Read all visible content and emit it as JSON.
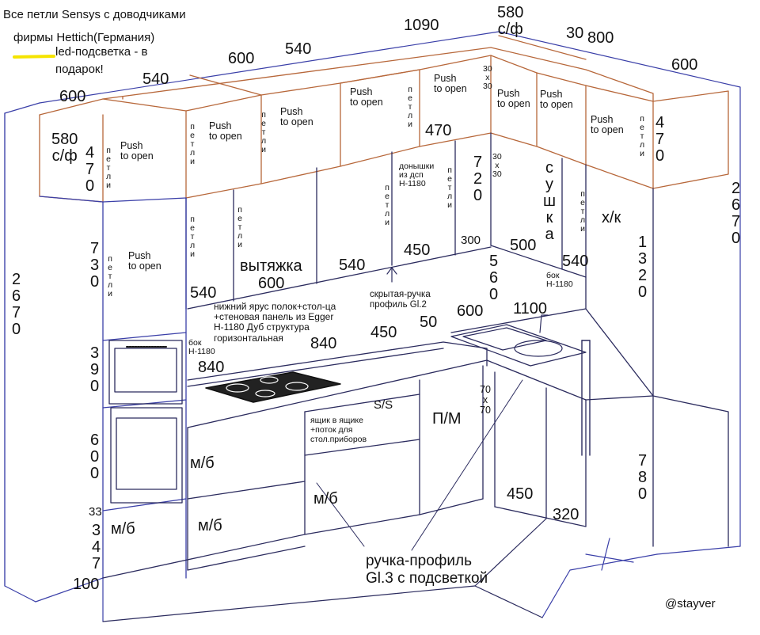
{
  "header": {
    "line1": "Все петли Sensys с доводчиками",
    "line2": "фирмы Hettich(Германия)",
    "line3": "led-подсветка - в",
    "line4": "подарок!",
    "highlight_color": "#f5e400"
  },
  "dims": {
    "top_600_left": "600",
    "top_540_a": "540",
    "top_600_b": "600",
    "top_540_b": "540",
    "top_1090": "1090",
    "top_580_sf": "580\nс/ф",
    "top_30": "30",
    "top_800": "800",
    "top_600_right": "600",
    "left_580_sf": "580\nс/ф",
    "upper_470_left": "4\n7\n0",
    "upper_470_mid": "470",
    "upper_470_right": "4\n7\n0",
    "tall_730": "7\n3\n0",
    "oven_390": "3\n9\n0",
    "oven_600": "6\n0\n0",
    "base_33": "33",
    "base_347": "3\n4\n7",
    "base_100": "100",
    "left_2670": "2\n6\n7\n0",
    "right_2670": "2\n6\n7\n0",
    "mid_540_a": "540",
    "hood_600": "600",
    "mid_540_b": "540",
    "mid_450": "450",
    "mid_720": "7\n2\n0",
    "mid_300": "300",
    "corner_30x30_top": "30\nх\n30",
    "corner_30x30_mid": "30\nх\n30",
    "corner_500": "500",
    "corner_540": "540",
    "corner_560": "5\n6\n0",
    "corner_600": "600",
    "sink_1100": "1100",
    "right_1320": "1\n3\n2\n0",
    "counter_840_a": "840",
    "counter_840_b": "840",
    "counter_450": "450",
    "counter_50": "50",
    "base_70x70": "70\nх\n70",
    "base_450": "450",
    "base_320": "320",
    "right_780": "7\n8\n0"
  },
  "labels": {
    "push_to_open": "Push\nto open",
    "hinges_v": "п\nе\nт\nл\nи",
    "dryer_v": "с\nу\nш\nк\nа",
    "fridge": "х/к",
    "hood": "вытяжка",
    "bottoms": "донышки\nиз дсп\nН-1180",
    "bok_h1180_left": "бок\nН-1180",
    "bok_h1180_right": "бок\nН-1180",
    "tier_note": "нижний ярус полок+стол-ца\n+стеновая панель из Egger\nН-1180 Дуб структура\nгоризонтальная",
    "hidden_handle": "скрытая-ручка\nпрофиль Gl.2",
    "mb": "м/б",
    "ss": "S/S",
    "pm": "П/М",
    "drawer_note": "ящик в ящике\n+поток для\nстол.приборов",
    "handle_profile": "ручка-профиль\nGl.3 с подсветкой",
    "watermark": "@stayver"
  },
  "colors": {
    "outline_blue": "#3a3fa8",
    "outline_dark": "#2b2b5e",
    "cabinet_edge_orange": "#b7673a",
    "highlight_yellow": "#f5e400",
    "text": "#111111"
  }
}
